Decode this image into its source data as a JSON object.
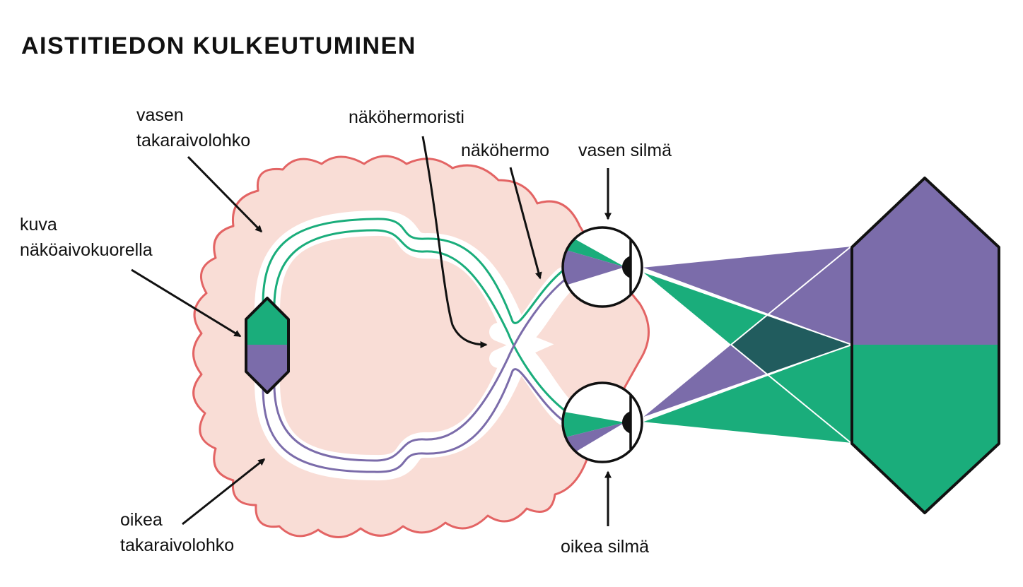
{
  "title": "AISTITIEDON KULKEUTUMINEN",
  "labels": {
    "left_lobe": [
      "vasen",
      "takaraivolohko"
    ],
    "cortex_image": [
      "kuva",
      "näköaivokuorella"
    ],
    "chiasm": "näköhermoristi",
    "optic_nerve": "näköhermo",
    "left_eye": "vasen silmä",
    "right_eye": "oikea silmä",
    "right_lobe": [
      "oikea",
      "takaraivolohko"
    ]
  },
  "colors": {
    "purple": "#7b6caa",
    "green": "#1aad7b",
    "overlap": "#215c5e",
    "brain_fill": "#f9ddd6",
    "brain_outline": "#e36464",
    "ink": "#111111",
    "white": "#ffffff"
  },
  "icons": {
    "eye": "eye-icon",
    "arrow": "arrow-icon"
  }
}
